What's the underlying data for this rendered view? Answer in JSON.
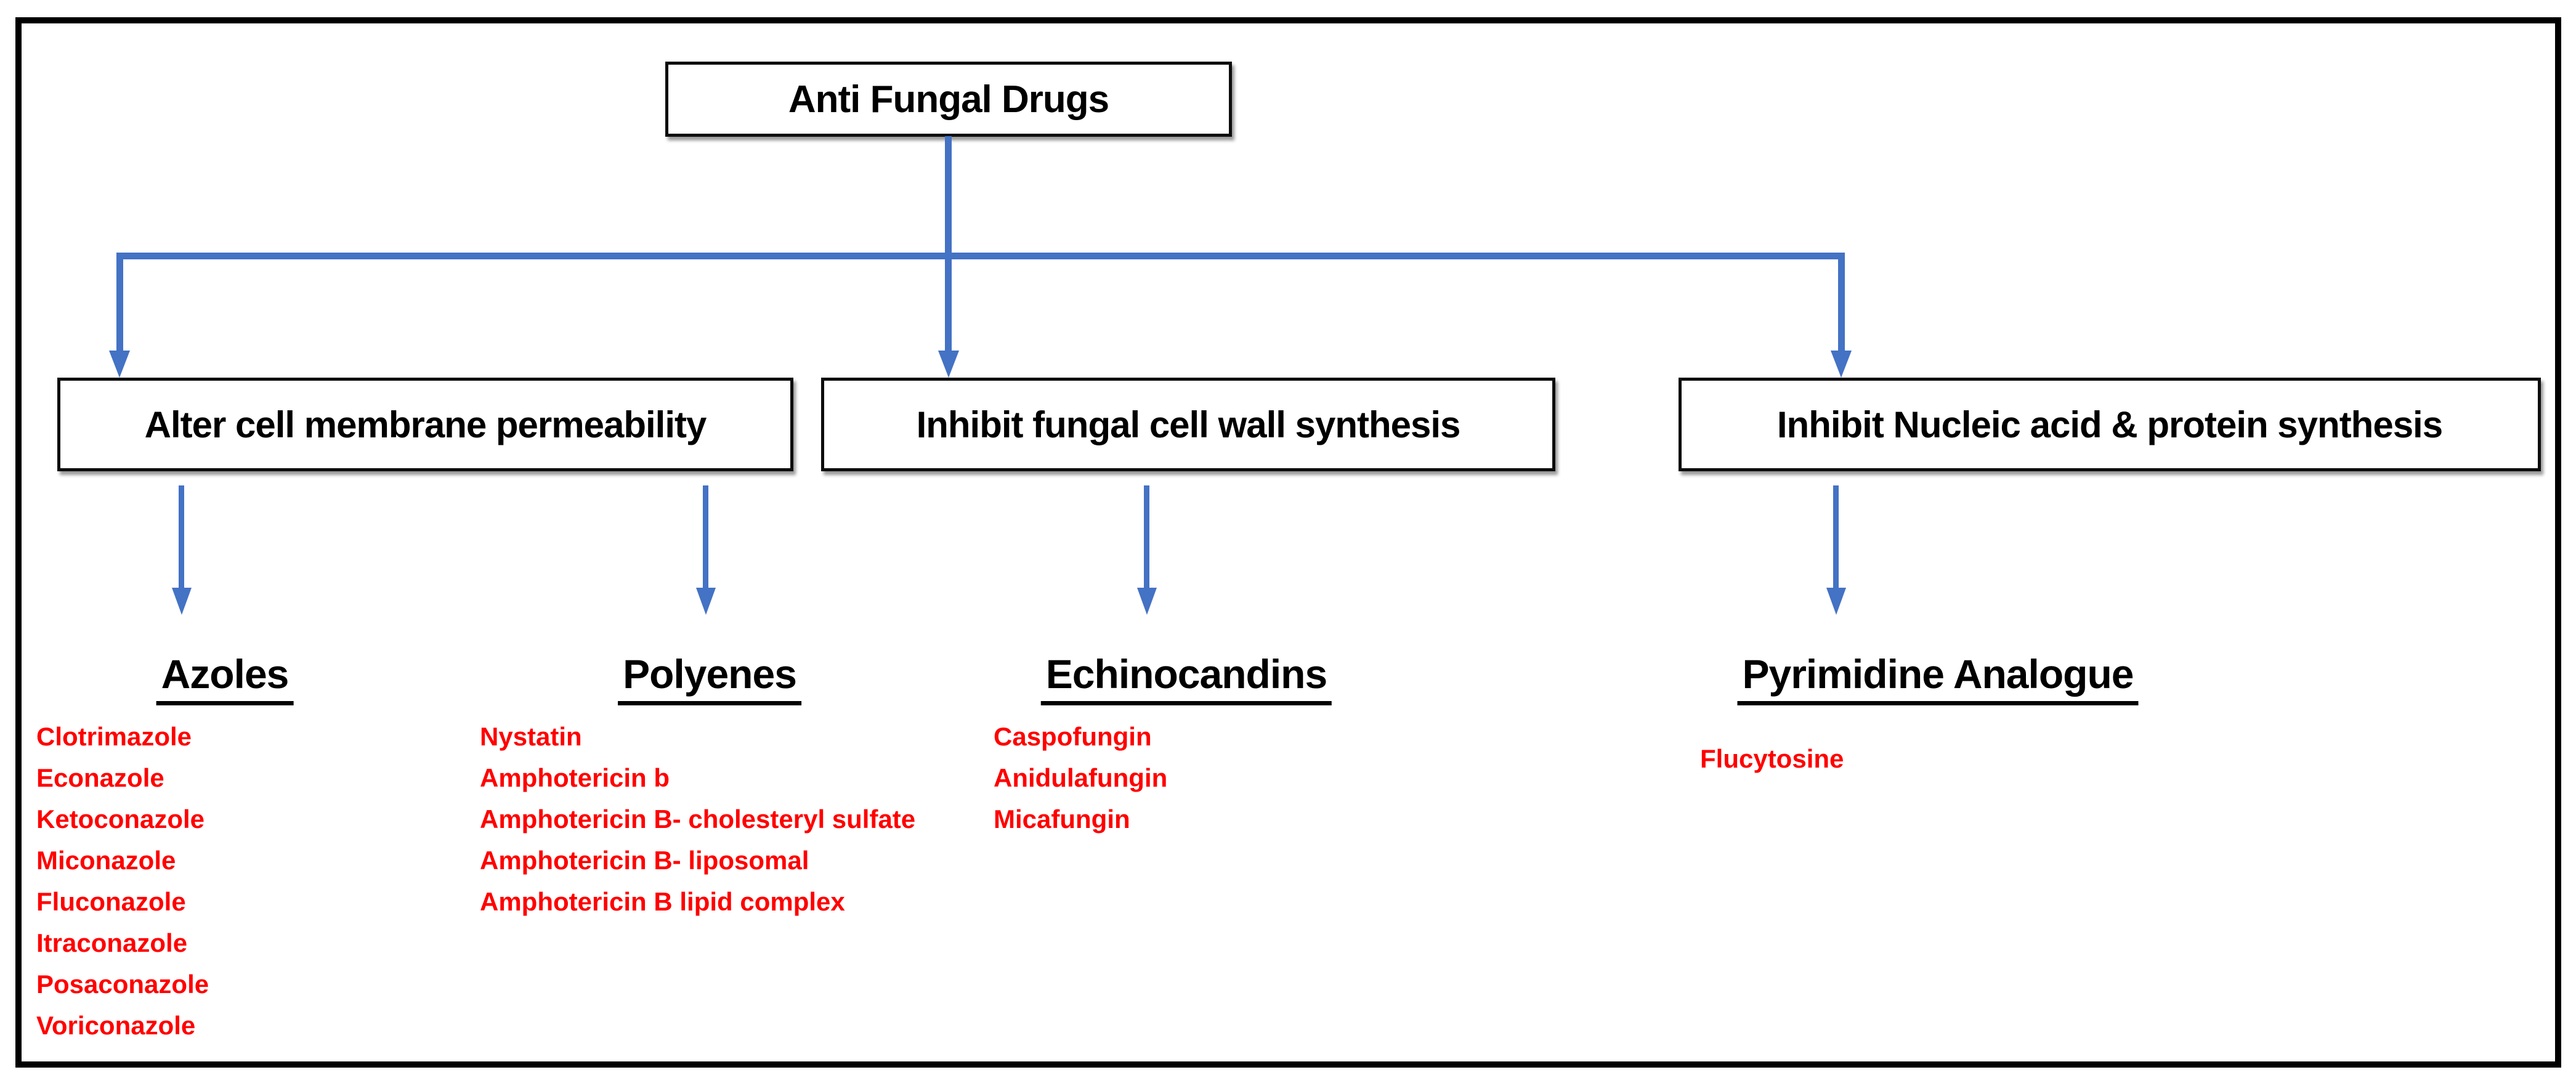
{
  "root": {
    "label": "Anti Fungal Drugs"
  },
  "mechanisms": [
    {
      "label": "Alter cell membrane permeability"
    },
    {
      "label": "Inhibit fungal cell wall synthesis"
    },
    {
      "label": "Inhibit Nucleic acid & protein synthesis"
    }
  ],
  "classes": [
    {
      "name": "Azoles",
      "drugs": [
        "Clotrimazole",
        "Econazole",
        "Ketoconazole",
        "Miconazole",
        "Fluconazole",
        "Itraconazole",
        "Posaconazole",
        "Voriconazole"
      ]
    },
    {
      "name": "Polyenes",
      "drugs": [
        "Nystatin",
        "Amphotericin b",
        "Amphotericin B- cholesteryl sulfate",
        "Amphotericin B- liposomal",
        "Amphotericin B lipid complex"
      ]
    },
    {
      "name": "Echinocandins",
      "drugs": [
        "Caspofungin",
        "Anidulafungin",
        "Micafungin"
      ]
    },
    {
      "name": "Pyrimidine Analogue",
      "drugs": [
        "Flucytosine"
      ]
    }
  ],
  "colors": {
    "arrow_blue": "#4472C4",
    "drug_red": "#FF0000",
    "node_text_black": "#000000"
  }
}
